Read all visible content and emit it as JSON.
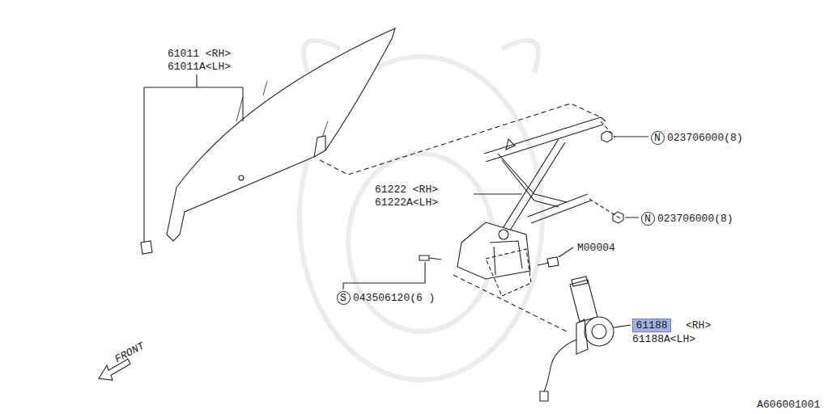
{
  "diagram": {
    "nodes": [
      {
        "text": [
          "N"
        ]
      },
      {
        "text": [
          "N"
        ]
      },
      {
        "text": [
          "S"
        ]
      },
      {
        "text": [
          "61188"
        ]
      }
    ],
    "labels": [
      "61011 <RH>",
      "61011A<LH>",
      "023706000(8)",
      "61222 <RH>",
      "61222A<LH>",
      "023706000(8)",
      "M00004",
      "043506120(6 )",
      "<RH>",
      "61188A<LH>",
      "FRONT",
      "A606001001"
    ]
  }
}
